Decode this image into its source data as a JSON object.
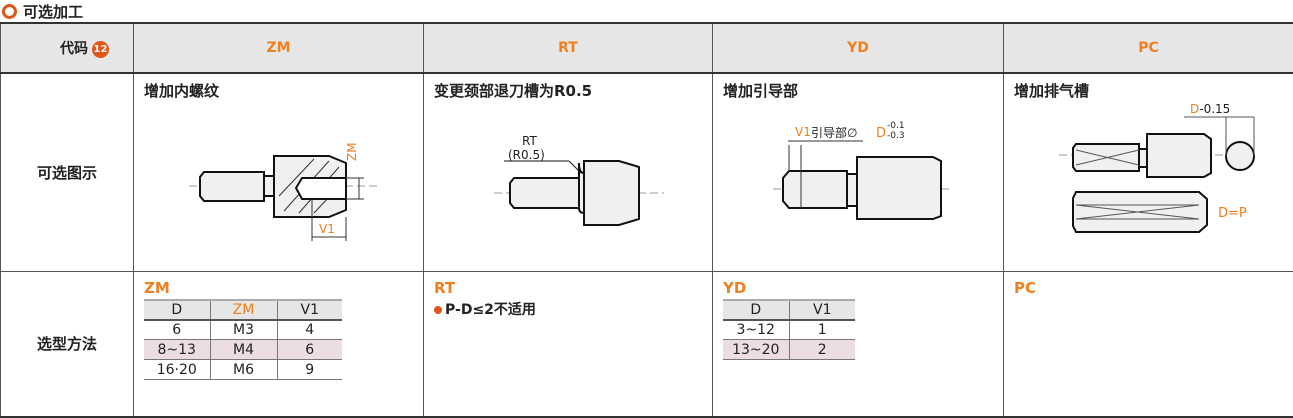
{
  "section_title": "可选加工",
  "header": {
    "code_label": "代码",
    "code_badge": "12",
    "cols": [
      "ZM",
      "RT",
      "YD",
      "PC"
    ]
  },
  "rows": {
    "diagram_label": "可选图示",
    "method_label": "选型方法"
  },
  "descriptions": [
    "增加内螺纹",
    "变更颈部退刀槽为R0.5",
    "增加引导部",
    "增加排气槽"
  ],
  "diagram_labels": {
    "zm": "ZM",
    "v1": "V1",
    "rt": "RT",
    "r05": "(R0.5)",
    "yd_text": "引导部∅",
    "yd_d": "D",
    "yd_tol_up": "-0.1",
    "yd_tol_lo": "-0.3",
    "pc_d": "D",
    "pc_tol": "-0.15",
    "pc_dp": "D=P"
  },
  "zm_table": {
    "title": "ZM",
    "headers": [
      "D",
      "ZM",
      "V1"
    ],
    "rows": [
      [
        "6",
        "M3",
        "4"
      ],
      [
        "8~13",
        "M4",
        "6"
      ],
      [
        "16·20",
        "M6",
        "9"
      ]
    ]
  },
  "rt": {
    "title": "RT",
    "note": "P-D≤2不适用"
  },
  "yd_table": {
    "title": "YD",
    "headers": [
      "D",
      "V1"
    ],
    "rows": [
      [
        "3~12",
        "1"
      ],
      [
        "13~20",
        "2"
      ]
    ]
  },
  "pc": {
    "title": "PC"
  },
  "colors": {
    "accent": "#f07f1e",
    "badge": "#e0561a",
    "header_bg": "#e6e6e6",
    "highlight_row": "#ecdde3"
  }
}
